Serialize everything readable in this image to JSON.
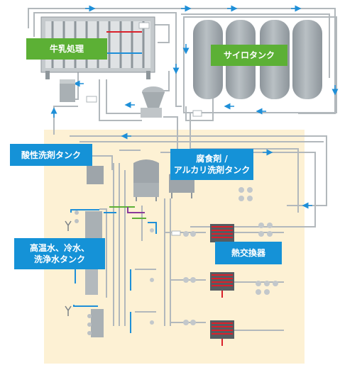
{
  "labels": {
    "milk_processing": "牛乳処理",
    "silo_tank": "サイロタンク",
    "acid_detergent_tank": "酸性洗剤タンク",
    "caustic_tank_line1": "腐食剤 /",
    "caustic_tank_line2": "アルカリ洗剤タンク",
    "water_tank_line1": "高温水、冷水、",
    "water_tank_line2": "洗浄水タンク",
    "heat_exchanger": "熱交換器"
  },
  "colors": {
    "label_green": "#5cb035",
    "label_blue": "#1592d7",
    "zone_background": "#fdf1d4",
    "pipe_gray": "#aeb4b8",
    "tank_gray": "#9ea5aa",
    "pipe_blue": "#1e8fd8",
    "pipe_green": "#5cb035",
    "pipe_purple": "#8a3a9a",
    "heater_red": "#d9202b"
  },
  "icons": {
    "flow_arrow": "arrowhead",
    "valve": "valve-icon",
    "heat_exchanger_coil": "heater-coil-icon"
  }
}
